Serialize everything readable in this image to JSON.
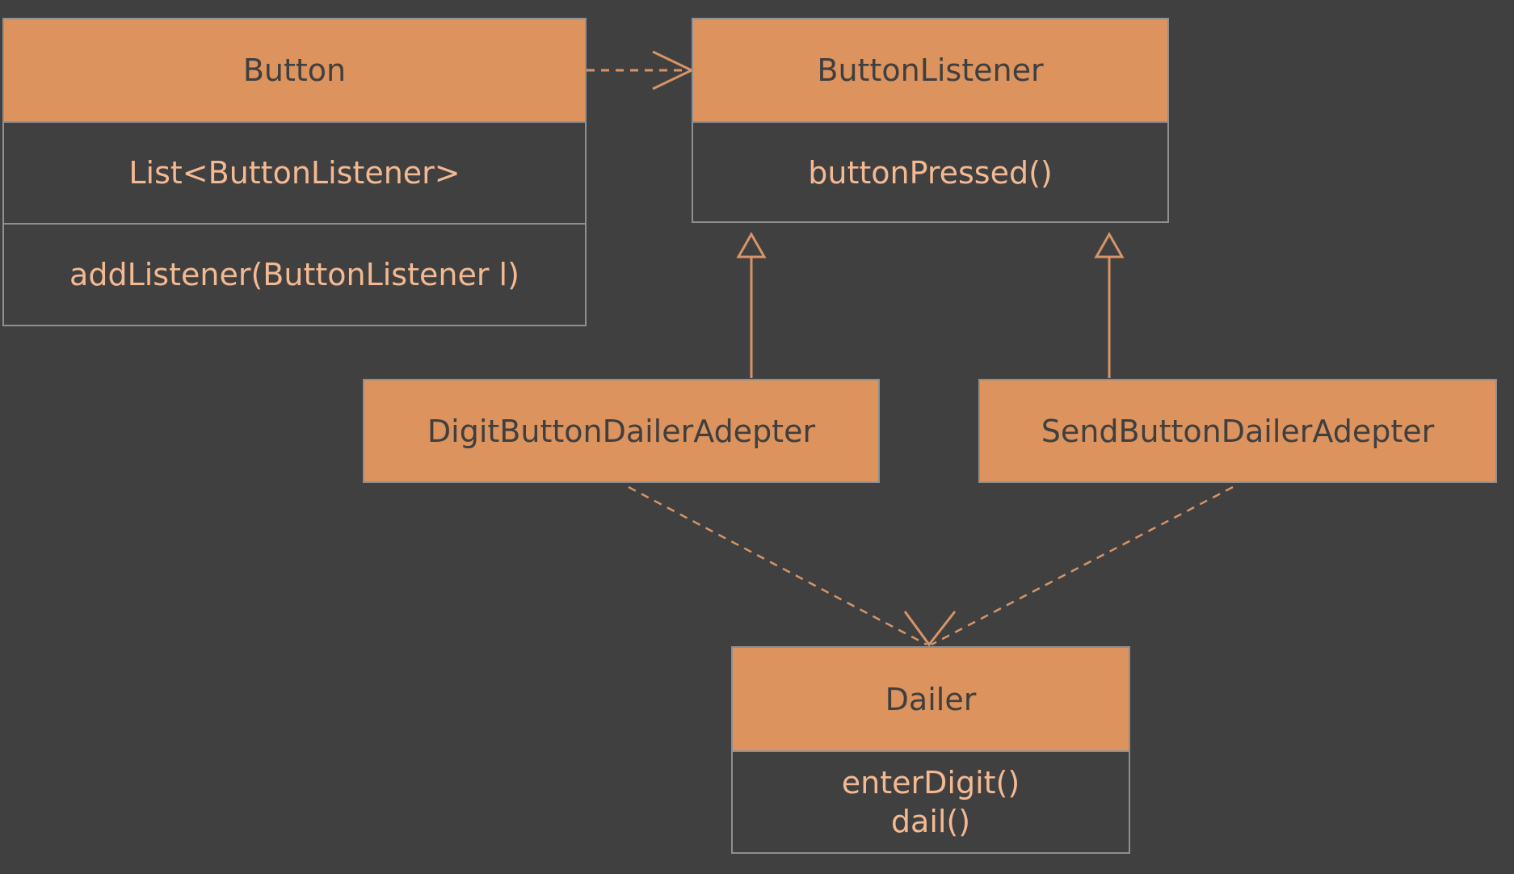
{
  "classes": {
    "button": {
      "name": "Button",
      "attribute": "List<ButtonListener>",
      "method": "addListener(ButtonListener l)"
    },
    "button_listener": {
      "name": "ButtonListener",
      "method": "buttonPressed()"
    },
    "digit_adapter": {
      "name": "DigitButtonDailerAdepter"
    },
    "send_adapter": {
      "name": "SendButtonDailerAdepter"
    },
    "dailer": {
      "name": "Dailer",
      "methods": [
        "enterDigit()",
        "dail()"
      ]
    }
  },
  "relationships": [
    {
      "from": "Button",
      "to": "ButtonListener",
      "type": "dependency"
    },
    {
      "from": "DigitButtonDailerAdepter",
      "to": "ButtonListener",
      "type": "realization"
    },
    {
      "from": "SendButtonDailerAdepter",
      "to": "ButtonListener",
      "type": "realization"
    },
    {
      "from": "DigitButtonDailerAdepter",
      "to": "Dailer",
      "type": "dependency"
    },
    {
      "from": "SendButtonDailerAdepter",
      "to": "Dailer",
      "type": "dependency"
    }
  ],
  "colors": {
    "background": "#404040",
    "class_header_fill": "#dc935e",
    "class_header_text": "#3f3f3f",
    "class_member_text": "#f3b992",
    "class_border": "#8f8f8f",
    "connector": "#d69467"
  }
}
